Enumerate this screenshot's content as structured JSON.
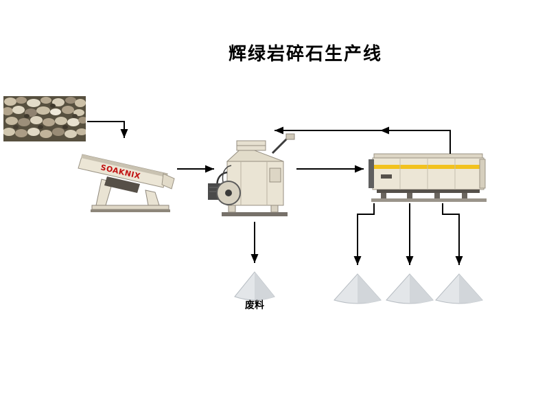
{
  "title": "辉绿岩碎石生产线",
  "labels": {
    "waste": "废料",
    "feeder_brand": "SOAKNIX"
  },
  "colors": {
    "arrow": "#000000",
    "brand_red": "#c11111",
    "machine_body": "#ece6d6",
    "screen_stripe": "#f2c21e",
    "cone_fill": "#e3e6e9"
  },
  "diagram": {
    "type": "flowchart",
    "nodes": [
      "raw-material-photo",
      "vibrating-feeder",
      "crusher",
      "vibrating-screen",
      "waste-stockpile",
      "product-stockpile-1",
      "product-stockpile-2",
      "product-stockpile-3"
    ],
    "edges": [
      {
        "from": "raw-material-photo",
        "to": "vibrating-feeder"
      },
      {
        "from": "vibrating-feeder",
        "to": "crusher"
      },
      {
        "from": "crusher",
        "to": "vibrating-screen"
      },
      {
        "from": "vibrating-screen",
        "to": "crusher"
      },
      {
        "from": "crusher",
        "to": "waste-stockpile"
      },
      {
        "from": "vibrating-screen",
        "to": "product-stockpile-1"
      },
      {
        "from": "vibrating-screen",
        "to": "product-stockpile-2"
      },
      {
        "from": "vibrating-screen",
        "to": "product-stockpile-3"
      }
    ]
  }
}
